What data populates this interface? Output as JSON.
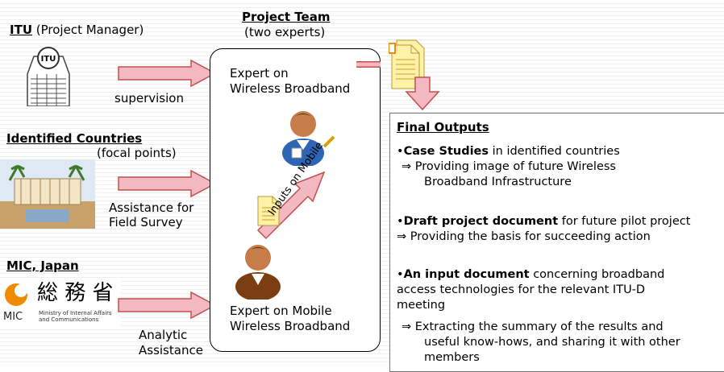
{
  "stakeholders": {
    "itu": {
      "name": "ITU",
      "role": "(Project Manager)",
      "action": "supervision"
    },
    "countries": {
      "name": "Identified Countries",
      "role": "(focal points)",
      "action_line1": "Assistance for",
      "action_line2": "Field Survey"
    },
    "mic": {
      "name": "MIC, Japan",
      "logo_kanji": "総 務 省",
      "logo_abbr": "MIC",
      "logo_en_line1": "Ministry of Internal Affairs",
      "logo_en_line2": "and Communications",
      "action_line1": "Analytic",
      "action_line2": "Assistance"
    }
  },
  "team": {
    "title": "Project Team",
    "subtitle": "(two experts)",
    "expert1_line1": "Expert on",
    "expert1_line2": "Wireless Broadband",
    "expert2_line1": "Expert on Mobile",
    "expert2_line2": "Wireless Broadband",
    "flow_label": "Inputs on Mobile"
  },
  "outputs": {
    "title": "Final Outputs",
    "item1_bold": "Case Studies",
    "item1_rest": " in identified countries",
    "item1_sub1": "⇒ Providing image of future Wireless",
    "item1_sub2": "Broadband Infrastructure",
    "item2_bold": "Draft project document",
    "item2_rest": " for future pilot project",
    "item2_sub1": "⇒ Providing the basis for succeeding action",
    "item3_bold": "An input document",
    "item3_rest": " concerning broadband",
    "item3_line2": "access technologies for the relevant ITU-D",
    "item3_line3": "meeting",
    "item3_sub1": "⇒ Extracting the summary of the results and",
    "item3_sub2": "useful know-hows, and sharing it with other",
    "item3_sub3": "members"
  },
  "colors": {
    "arrow_fill": "#f4b8c2",
    "arrow_stroke": "#c0504d",
    "doc_fill": "#fff2a8",
    "logo_orange": "#f08a00"
  }
}
